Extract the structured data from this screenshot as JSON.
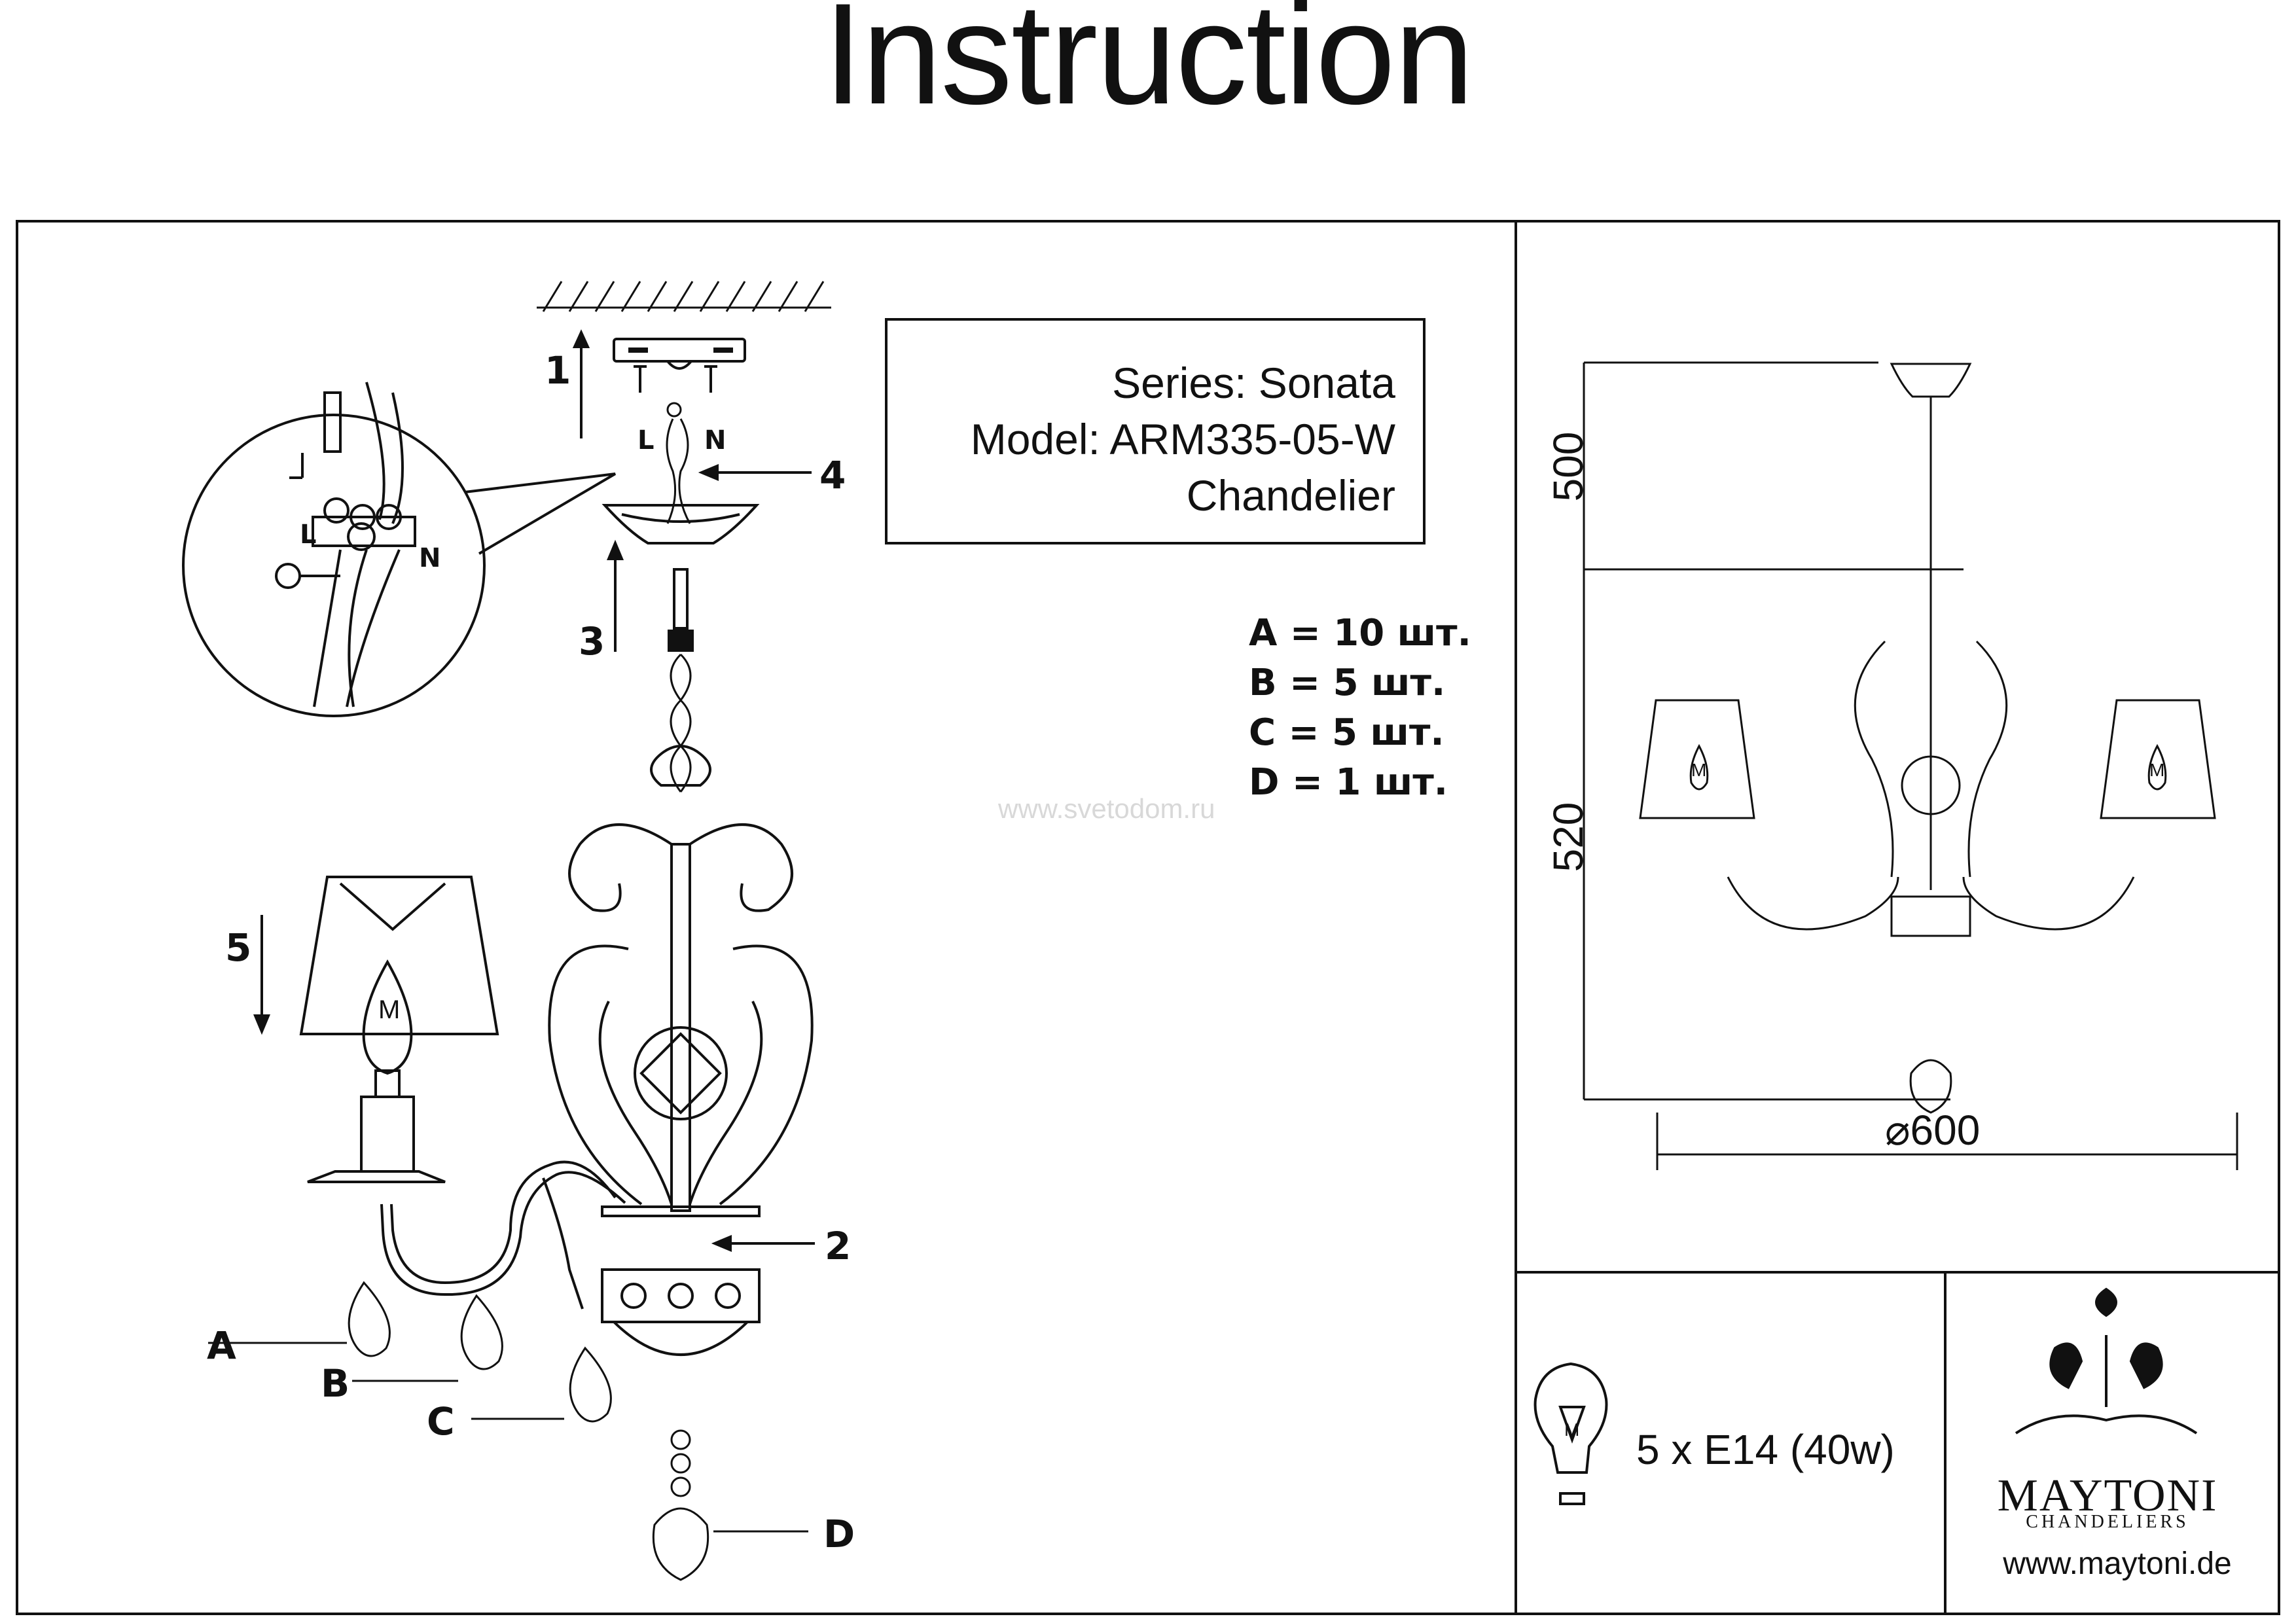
{
  "header": {
    "title": "Instruction"
  },
  "product": {
    "series": "Series: Sonata",
    "model": "Model: ARM335-05-W",
    "type": "Chandelier"
  },
  "parts_list": [
    "A = 10 шт.",
    "B = 5 шт.",
    "C = 5 шт.",
    "D = 1 шт."
  ],
  "watermark": "www.svetodom.ru",
  "steps": [
    "1",
    "2",
    "3",
    "4",
    "5"
  ],
  "part_labels": [
    "A",
    "B",
    "C",
    "D"
  ],
  "wiring": {
    "live": "L",
    "neutral": "N"
  },
  "dimensions": {
    "top": "500",
    "height": "520",
    "diameter": "⌀600"
  },
  "lamp": {
    "spec": "5 x E14 (40w)",
    "bulb_mark": "M"
  },
  "brand": {
    "name": "MAYTONI",
    "subtitle": "CHANDELIERS",
    "website": "www.maytoni.de"
  }
}
